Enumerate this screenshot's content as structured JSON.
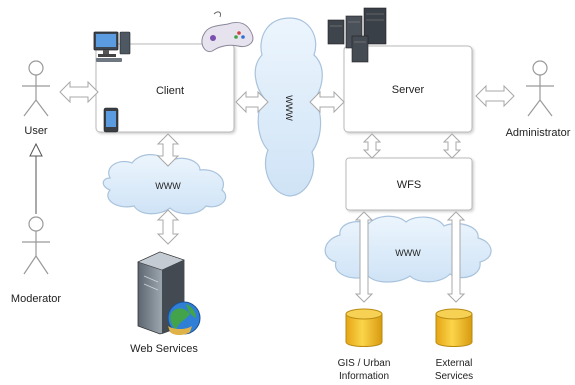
{
  "nodes": {
    "client": {
      "label": "Client"
    },
    "server": {
      "label": "Server"
    },
    "wfs": {
      "label": "WFS"
    }
  },
  "actors": {
    "user": {
      "label": "User"
    },
    "moderator": {
      "label": "Moderator"
    },
    "administrator": {
      "label": "Administrator"
    }
  },
  "clouds": {
    "web_left": {
      "label": "WWW"
    },
    "web_center": {
      "label": "WWW"
    },
    "web_bottom": {
      "label": "WWW"
    }
  },
  "web_services": {
    "label": "Web Services"
  },
  "databases": {
    "gis": {
      "label_line1": "GIS / Urban",
      "label_line2": "Information"
    },
    "external": {
      "label_line1": "External",
      "label_line2": "Services"
    }
  },
  "colors": {
    "box_fill": "#ffffff",
    "box_stroke": "#b9b9b9",
    "cloud_fill": "#dfeefb",
    "cloud_stroke": "#a9c3dc",
    "arrow_fill": "#ffffff",
    "arrow_stroke": "#a8a8a8",
    "db_fill": "#f4c42a",
    "db_stroke": "#b98a12",
    "stick": "#9a9a9a"
  }
}
